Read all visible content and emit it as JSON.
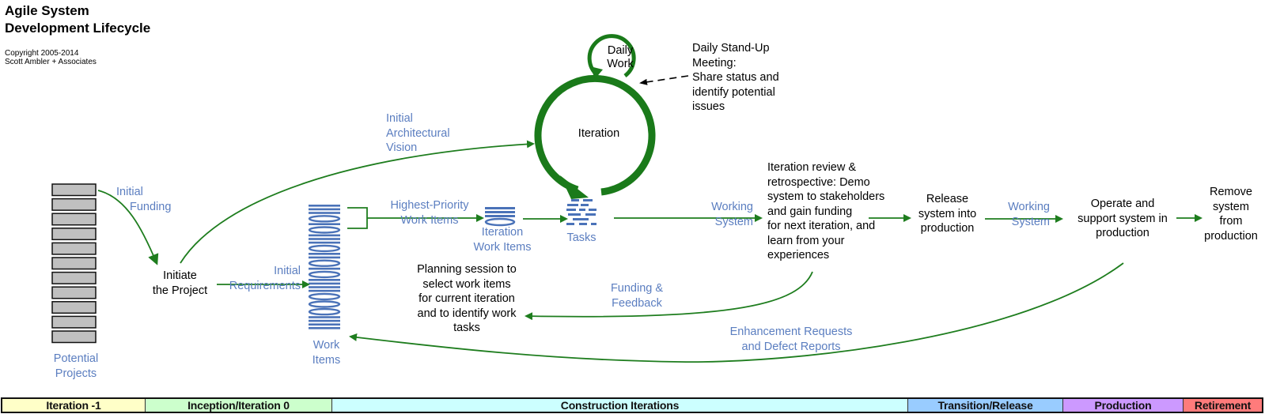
{
  "header": {
    "title_lines": [
      "Agile System",
      "Development Lifecycle"
    ],
    "copyright_lines": [
      "Copyright 2005-2014",
      "Scott Ambler + Associates"
    ]
  },
  "colors": {
    "arrow_green": "#1e7d1e",
    "cycle_green": "#1a7a1a",
    "label_blue": "#5b7ec0",
    "stack_blue": "#4a72b8",
    "box_gray": "#c0c0c0"
  },
  "nodes": {
    "potential_projects": {
      "lines": [
        "Potential",
        "Projects"
      ],
      "count": 11
    },
    "initiate_project": {
      "lines": [
        "Initiate",
        "the Project"
      ]
    },
    "work_items": {
      "lines": [
        "Work",
        "Items"
      ]
    },
    "iteration_work_items": {
      "lines": [
        "Iteration",
        "Work Items"
      ]
    },
    "tasks": {
      "lines": [
        "Tasks"
      ]
    },
    "iteration": {
      "label": "Iteration"
    },
    "daily_work": {
      "lines": [
        "Daily",
        "Work"
      ]
    },
    "daily_standup": {
      "lines": [
        "Daily Stand-Up",
        "Meeting:",
        "Share status and",
        "identify potential",
        "issues"
      ]
    },
    "iteration_review": {
      "lines": [
        "Iteration review &",
        "retrospective: Demo",
        "system to stakeholders",
        "and gain funding",
        "for next iteration, and",
        "learn from your",
        "experiences"
      ]
    },
    "planning_session": {
      "lines": [
        "Planning session to",
        "select work items",
        "for current iteration",
        "and to identify work",
        "tasks"
      ]
    },
    "release": {
      "lines": [
        "Release",
        "system into",
        "production"
      ]
    },
    "operate": {
      "lines": [
        "Operate and",
        "support system in",
        "production"
      ]
    },
    "remove": {
      "lines": [
        "Remove",
        "system",
        "from",
        "production"
      ]
    }
  },
  "edge_labels": {
    "initial_funding": [
      "Initial",
      "Funding"
    ],
    "initial_architectural_vision": [
      "Initial",
      "Architectural",
      "Vision"
    ],
    "initial_requirements": [
      "Initial",
      "Requirements"
    ],
    "highest_priority": [
      "Highest-Priority",
      "Work Items"
    ],
    "working_system_1": [
      "Working",
      "System"
    ],
    "working_system_2": [
      "Working",
      "System"
    ],
    "funding_feedback": [
      "Funding &",
      "Feedback"
    ],
    "enhancement_requests": [
      "Enhancement Requests",
      "and Defect Reports"
    ]
  },
  "phases": [
    {
      "label": "Iteration -1",
      "color": "#ffffc8"
    },
    {
      "label": "Inception/Iteration 0",
      "color": "#ccffcc"
    },
    {
      "label": "Construction Iterations",
      "color": "#ccffff"
    },
    {
      "label": "Transition/Release",
      "color": "#99ccff"
    },
    {
      "label": "Production",
      "color": "#cc99ff"
    },
    {
      "label": "Retirement",
      "color": "#ff7b7b"
    }
  ]
}
